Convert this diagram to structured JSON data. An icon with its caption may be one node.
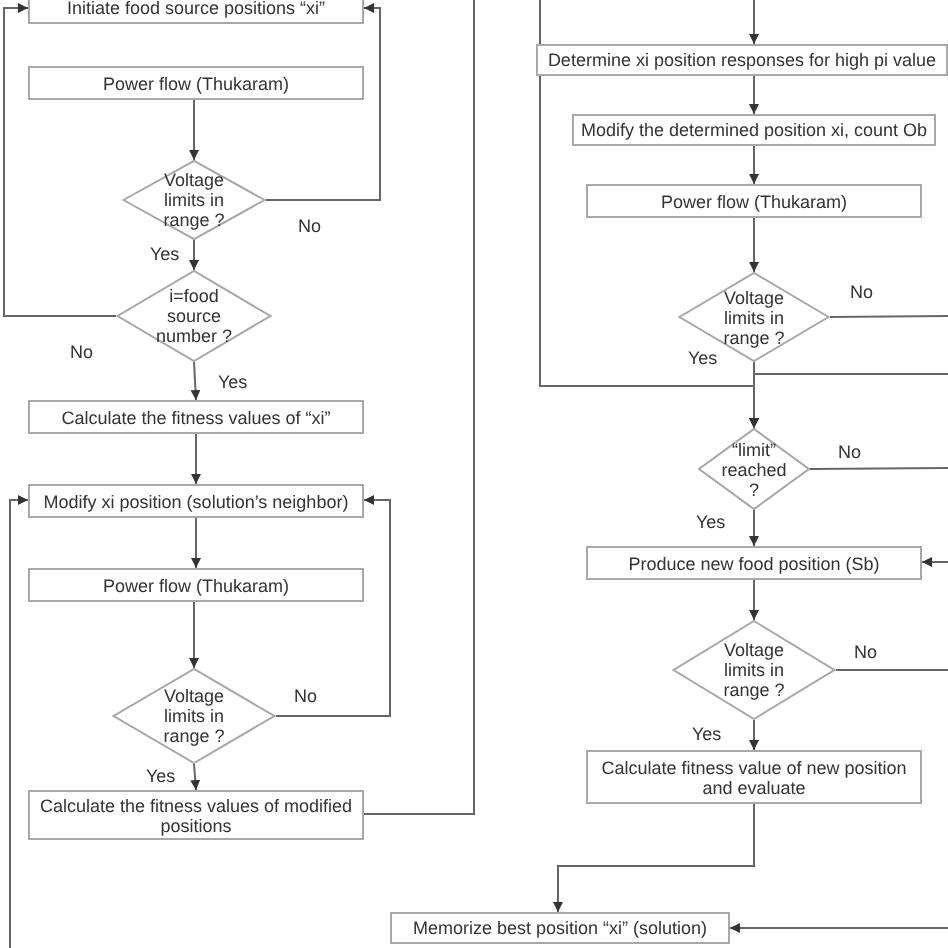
{
  "diagram": {
    "nodes": [
      {
        "text": [
          "Initiate food source positions “xi”"
        ]
      },
      {
        "text": [
          "Power flow (Thukaram)"
        ]
      },
      {
        "text": [
          "Voltage limits in range ?"
        ]
      },
      {
        "text": [
          "i=food source number ?"
        ]
      },
      {
        "text": [
          "Calculate the fitness values of “xi”"
        ]
      },
      {
        "text": [
          "Modify xi position (solution’s neighbor)"
        ]
      },
      {
        "text": [
          "Power flow (Thukaram)"
        ]
      },
      {
        "text": [
          "Voltage limits in range ?"
        ]
      },
      {
        "text": [
          "Calculate the fitness values of modified positions"
        ]
      },
      {
        "text": [
          "Determine xi position responses for high pi value"
        ]
      },
      {
        "text": [
          "Modify the determined position xi, count Ob"
        ]
      },
      {
        "text": [
          "Power flow (Thukaram)"
        ]
      },
      {
        "text": [
          "Voltage limits in range ?"
        ]
      },
      {
        "text": [
          "“limit” reached ?"
        ]
      },
      {
        "text": [
          "Produce new food position (Sb)"
        ]
      },
      {
        "text": [
          "Voltage limits in range ?"
        ]
      },
      {
        "text": [
          "Calculate fitness value of new position and evaluate"
        ]
      },
      {
        "text": [
          "Memorize best position “xi” (solution)"
        ]
      }
    ],
    "edges": [
      {
        "from": 1,
        "to": 2,
        "arrow": "to"
      },
      {
        "from": 2,
        "to": 0,
        "arrow": "to",
        "label": "No"
      },
      {
        "from": 2,
        "to": 3,
        "arrow": "to",
        "label": "Yes"
      },
      {
        "from": 3,
        "to": 0,
        "arrow": "to",
        "label": "No"
      },
      {
        "from": 3,
        "to": 4,
        "arrow": "to",
        "label": "Yes"
      },
      {
        "from": 4,
        "to": 5,
        "arrow": "to"
      },
      {
        "from": null,
        "to": 5,
        "arrow": "to"
      },
      {
        "from": 5,
        "to": 6,
        "arrow": "to"
      },
      {
        "from": 6,
        "to": 7,
        "arrow": "to"
      },
      {
        "from": 7,
        "to": 5,
        "arrow": "to",
        "label": "No"
      },
      {
        "from": 7,
        "to": 8,
        "arrow": "to",
        "label": "Yes"
      },
      {
        "from": 8,
        "to": null,
        "arrow": "none"
      },
      {
        "from": null,
        "to": 9,
        "arrow": "to"
      },
      {
        "from": 9,
        "to": 10,
        "arrow": "to"
      },
      {
        "from": 10,
        "to": 11,
        "arrow": "to"
      },
      {
        "from": 11,
        "to": 12,
        "arrow": "to"
      },
      {
        "from": 12,
        "to": null,
        "arrow": "none",
        "label": "No"
      },
      {
        "from": 12,
        "to": 13,
        "arrow": "to",
        "label": "Yes"
      },
      {
        "from": null,
        "to": 13,
        "arrow": "to"
      },
      {
        "from": null,
        "to": 13,
        "arrow": "to"
      },
      {
        "from": 13,
        "to": null,
        "arrow": "none",
        "label": "No"
      },
      {
        "from": 13,
        "to": 14,
        "arrow": "to",
        "label": "Yes"
      },
      {
        "from": null,
        "to": 14,
        "arrow": "to"
      },
      {
        "from": 14,
        "to": 15,
        "arrow": "to"
      },
      {
        "from": 15,
        "to": null,
        "arrow": "none",
        "label": "No"
      },
      {
        "from": 15,
        "to": 16,
        "arrow": "to",
        "label": "Yes"
      },
      {
        "from": 16,
        "to": 17,
        "arrow": "to"
      },
      {
        "from": null,
        "to": 17,
        "arrow": "to"
      }
    ]
  }
}
